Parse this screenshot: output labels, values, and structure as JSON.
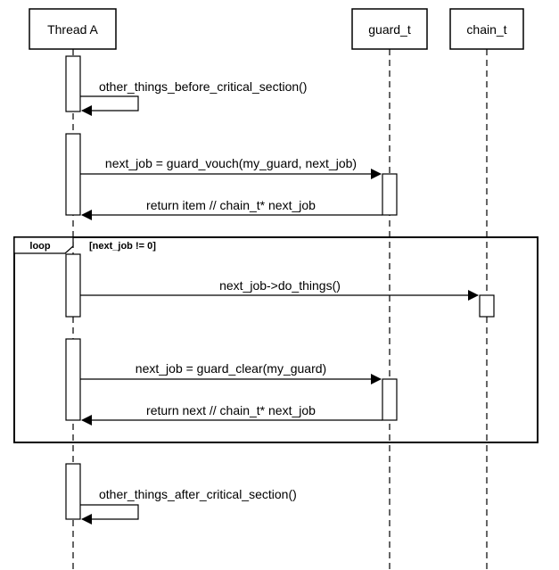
{
  "participants": {
    "thread_a": "Thread A",
    "guard": "guard_t",
    "chain": "chain_t"
  },
  "messages": {
    "before": "other_things_before_critical_section()",
    "vouch": "next_job = guard_vouch(my_guard, next_job)",
    "return_item": "return item // chain_t* next_job",
    "do_things": "next_job->do_things()",
    "clear": "next_job = guard_clear(my_guard)",
    "return_next": "return next // chain_t* next_job",
    "after": "other_things_after_critical_section()"
  },
  "loop": {
    "label": "loop",
    "condition": "[next_job != 0]"
  }
}
